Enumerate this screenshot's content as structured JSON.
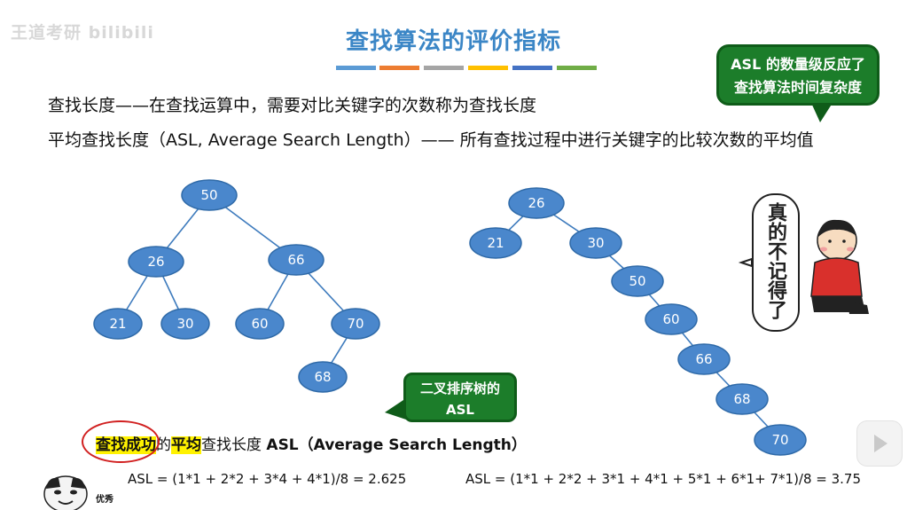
{
  "header": {
    "watermark": "王道考研 bilibili",
    "title": "查找算法的评价指标",
    "accent_colors": [
      "#5b9bd5",
      "#ed7d31",
      "#a5a5a5",
      "#ffc000",
      "#4472c4",
      "#70ad47"
    ]
  },
  "definitions": {
    "line1": "查找长度——在查找运算中，需要对比关键字的次数称为查找长度",
    "line2": "平均查找长度（ASL, Average Search Length）—— 所有查找过程中进行关键字的比较次数的平均值"
  },
  "callouts": {
    "asl_line1": "ASL 的数量级反应了",
    "asl_line2": "查找算法时间复杂度",
    "bst_line1": "二叉排序树的",
    "bst_line2": "ASL"
  },
  "tree_left": {
    "nodes": [
      "50",
      "26",
      "66",
      "21",
      "30",
      "60",
      "70",
      "68"
    ]
  },
  "tree_right": {
    "nodes": [
      "26",
      "21",
      "30",
      "50",
      "60",
      "66",
      "68",
      "70"
    ]
  },
  "character_bubble": "真的不记得了",
  "asl_heading": {
    "part1": "查找成功",
    "part2": "的",
    "part3": "平均",
    "part4": "查找长度 ",
    "part5": "ASL（Average Search Length）"
  },
  "formulas": {
    "left": "ASL = (1*1 + 2*2 + 3*4 + 4*1)/8 = 2.625",
    "right": "ASL = (1*1 + 2*2 + 3*1 + 4*1 + 5*1 + 6*1+  7*1)/8 = 3.75"
  },
  "meme_label": "优秀",
  "colors": {
    "title": "#3b86c6",
    "node_fill": "#4a87cc",
    "callout": "#1c7d2a",
    "highlight": "#fff200",
    "circle": "#d12020"
  }
}
